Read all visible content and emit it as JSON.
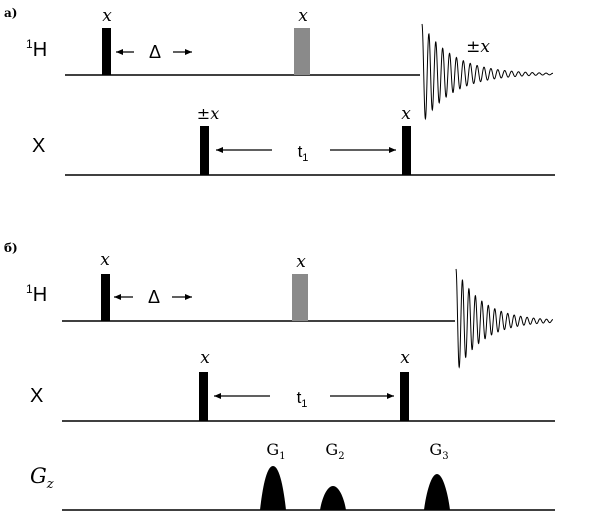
{
  "colors": {
    "ink": "#000000",
    "soft_pulse": "#8a8a8a",
    "background": "#ffffff"
  },
  "panel_a": {
    "label": "a)",
    "channel_h": "1H",
    "channel_h_sup": "1",
    "channel_h_base": "H",
    "channel_x": "X",
    "pulse_h1_phase": "x",
    "pulse_h2_phase": "x",
    "delay_label": "Δ",
    "pulse_x1_phase": "±x",
    "pulse_x2_phase": "x",
    "t1_label": "t",
    "t1_sub": "1",
    "fid_phase": "±x"
  },
  "panel_b": {
    "label": "б)",
    "channel_h_sup": "1",
    "channel_h_base": "H",
    "channel_x": "X",
    "channel_g": "G",
    "channel_g_sub": "z",
    "pulse_h1_phase": "x",
    "pulse_h2_phase": "x",
    "delay_label": "Δ",
    "pulse_x1_phase": "x",
    "pulse_x2_phase": "x",
    "t1_label": "t",
    "t1_sub": "1",
    "gradients": [
      {
        "base": "G",
        "sub": "1"
      },
      {
        "base": "G",
        "sub": "2"
      },
      {
        "base": "G",
        "sub": "3"
      }
    ]
  }
}
